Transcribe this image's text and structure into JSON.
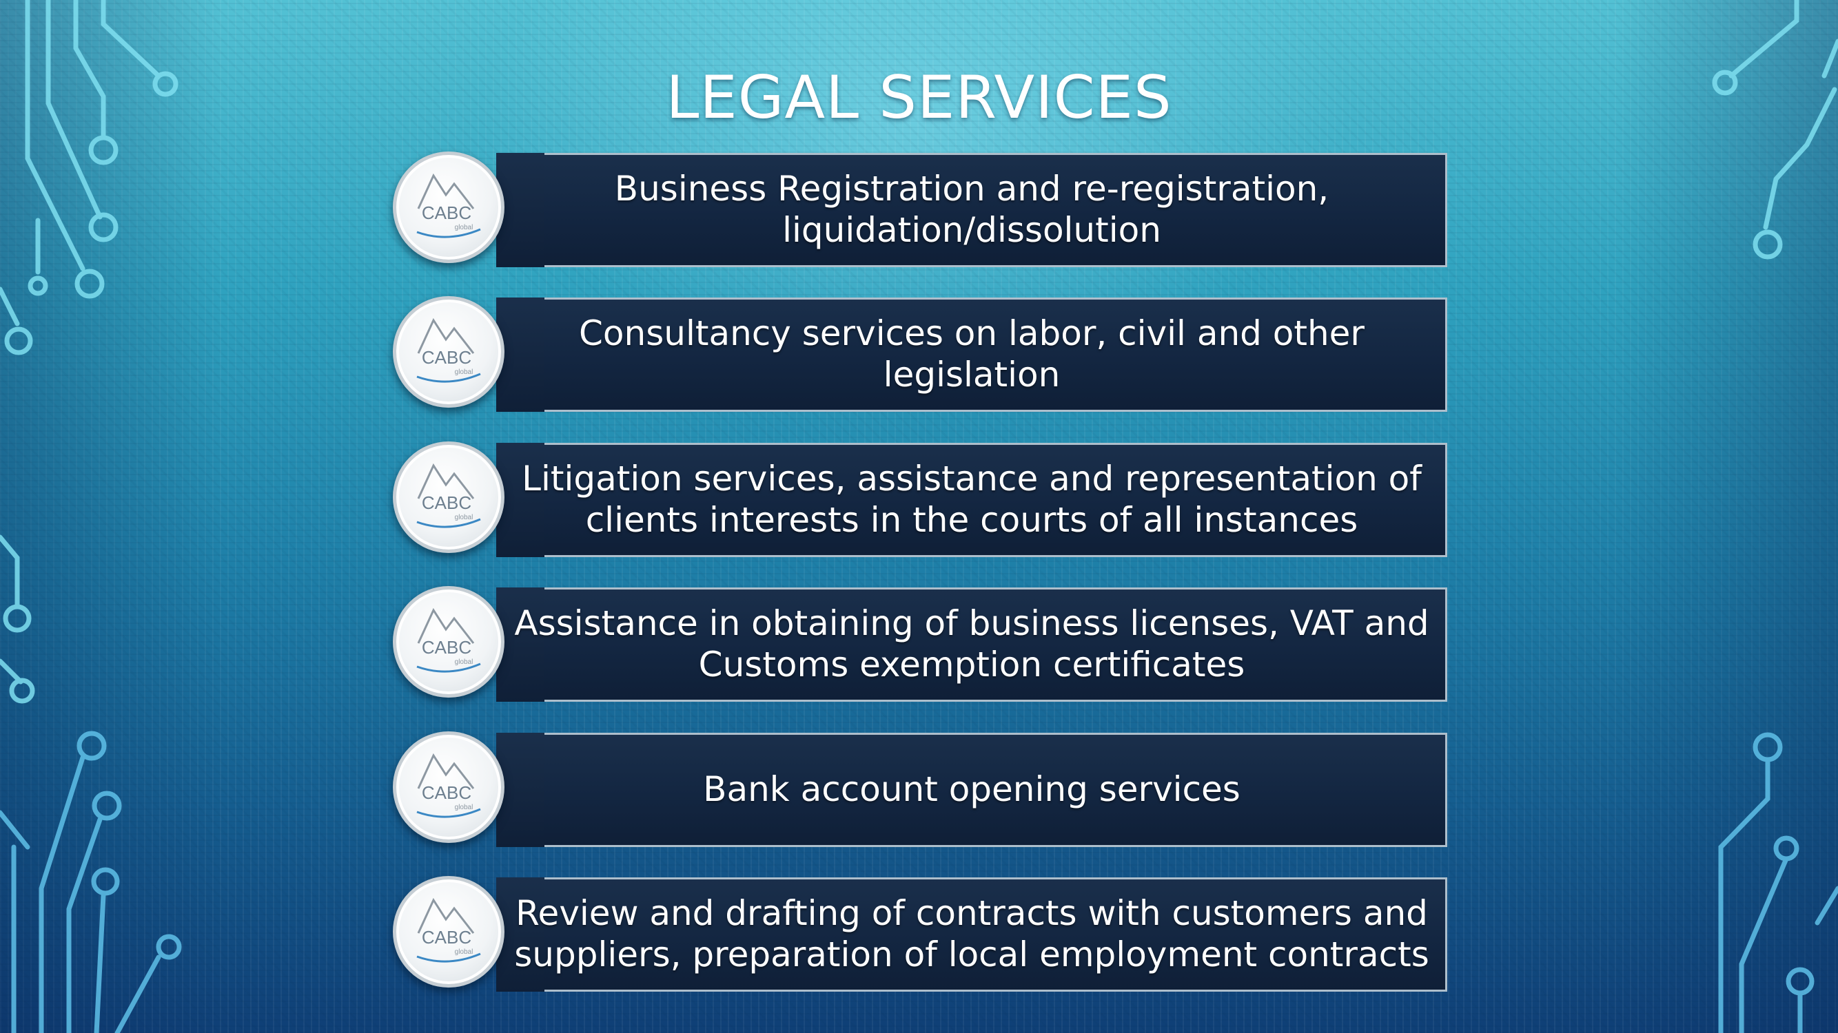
{
  "slide": {
    "title": "LEGAL SERVICES",
    "logo_text": "CABC",
    "logo_subtext": "global",
    "logo_icon": "mountain-logo-icon",
    "colors": {
      "background_top": "#53c1d4",
      "background_bottom": "#0f3f76",
      "box_fill": "#132641",
      "box_border": "#aebfcc",
      "logo_text": "#6d7f8f",
      "logo_wave": "#3b88c4",
      "circuit_lines": "#7fdff0"
    }
  },
  "services": [
    {
      "text": "Business Registration and re-registration, liquidation/dissolution"
    },
    {
      "text": "Consultancy services on labor, civil and other legislation"
    },
    {
      "text": "Litigation services, assistance and representation of clients interests in the courts of all instances"
    },
    {
      "text": "Assistance in obtaining of business licenses, VAT and Customs exemption certificates"
    },
    {
      "text": "Bank account opening services"
    },
    {
      "text": "Review and drafting of contracts with customers and suppliers, preparation of local employment contracts"
    }
  ]
}
